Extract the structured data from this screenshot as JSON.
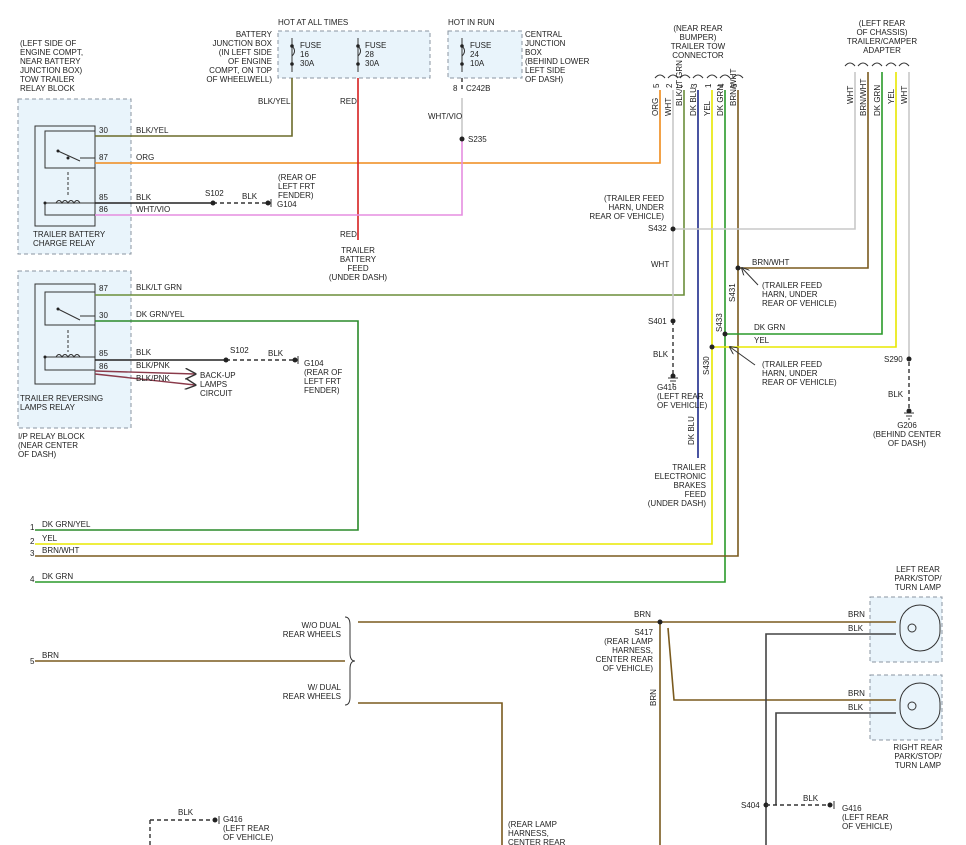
{
  "colors": {
    "blk": "#222222",
    "org": "#ef8a1a",
    "red": "#d61f1f",
    "grn": "#2a9a2a",
    "yel": "#e8e800",
    "brn": "#7a5a1e",
    "wht": "#c8c8c8",
    "vio": "#e58de0",
    "blu": "#1c2a8a",
    "blkgrn": "#6b8e3a",
    "box": "#e9f4fb"
  },
  "labels": {
    "tow_relay_block": [
      "(LEFT SIDE OF",
      "ENGINE COMPT,",
      "NEAR BATTERY",
      "JUNCTION BOX)",
      "TOW TRAILER",
      "RELAY BLOCK"
    ],
    "hot_all_times": "HOT AT ALL TIMES",
    "bjb": [
      "BATTERY",
      "JUNCTION BOX",
      "(IN LEFT SIDE",
      "OF ENGINE",
      "COMPT, ON TOP",
      "OF WHEELWELL)"
    ],
    "fuse16": [
      "FUSE",
      "16",
      "30A"
    ],
    "fuse28": [
      "FUSE",
      "28",
      "30A"
    ],
    "hot_in_run": "HOT IN RUN",
    "fuse24": [
      "FUSE",
      "24",
      "10A"
    ],
    "cjb": [
      "CENTRAL",
      "JUNCTION",
      "BOX",
      "(BEHIND LOWER",
      "LEFT SIDE",
      "OF DASH)"
    ],
    "c242b_pin": "8",
    "c242b": "C242B",
    "trailer_tow_conn": [
      "(NEAR REAR",
      "BUMPER)",
      "TRAILER TOW",
      "CONNECTOR"
    ],
    "adapter": [
      "(LEFT REAR",
      "OF CHASSIS)",
      "TRAILER/CAMPER",
      "ADAPTER"
    ],
    "conn_pins": [
      "5",
      "2",
      "7",
      "3",
      "1",
      "4",
      "6"
    ],
    "conn_wires": [
      "ORG",
      "WHT",
      "BLK/LT GRN",
      "DK BLU",
      "YEL",
      "DK GRN",
      "BRN/WHT"
    ],
    "adapter_wires": [
      "WHT",
      "BRN/WHT",
      "DK GRN",
      "YEL",
      "WHT"
    ],
    "relay1_pins": [
      "30",
      "87",
      "85",
      "86"
    ],
    "relay1_wires": [
      "BLK/YEL",
      "ORG",
      "BLK",
      "WHT/VIO"
    ],
    "trailer_batt_relay": [
      "TRAILER BATTERY",
      "CHARGE RELAY"
    ],
    "blk_yel": "BLK/YEL",
    "red": "RED",
    "red2": "RED",
    "trailer_batt_feed": [
      "TRAILER",
      "BATTERY",
      "FEED",
      "(UNDER DASH)"
    ],
    "wht_vio": "WHT/VIO",
    "s235": "S235",
    "s102a": "S102",
    "blk_a": "BLK",
    "g104a_desc": [
      "(REAR OF",
      "LEFT FRT",
      "FENDER)"
    ],
    "g104a": "G104",
    "relay2_pins": [
      "87",
      "30",
      "85",
      "86"
    ],
    "relay2_wires": [
      "BLK/LT GRN",
      "DK GRN/YEL",
      "BLK",
      "BLK/PNK",
      "BLK/PNK"
    ],
    "trailer_rev_relay": [
      "TRAILER REVERSING",
      "LAMPS RELAY"
    ],
    "ip_relay_block": [
      "I/P RELAY BLOCK",
      "(NEAR CENTER",
      "OF DASH)"
    ],
    "s102b": "S102",
    "blk_b": "BLK",
    "g104b": [
      "G104",
      "(REAR OF",
      "LEFT FRT",
      "FENDER)"
    ],
    "backup": [
      "BACK-UP",
      "LAMPS",
      "CIRCUIT"
    ],
    "trailer_feed_s432": [
      "(TRAILER FEED",
      "HARN, UNDER",
      "REAR OF VEHICLE)"
    ],
    "s432": "S432",
    "wht_label": "WHT",
    "brn_wht": "BRN/WHT",
    "trailer_feed_s431": [
      "(TRAILER FEED",
      "HARN, UNDER",
      "REAR OF VEHICLE)"
    ],
    "s431": "S431",
    "s433": "S433",
    "dk_grn": "DK GRN",
    "yel": "YEL",
    "s401": "S401",
    "blk_c": "BLK",
    "g416a": [
      "G416",
      "(LEFT REAR",
      "OF VEHICLE)"
    ],
    "s430": "S430",
    "trailer_feed_s430": [
      "(TRAILER FEED",
      "HARN, UNDER",
      "REAR OF VEHICLE)"
    ],
    "dk_blu": "DK BLU",
    "trailer_elec_brakes": [
      "TRAILER",
      "ELECTRONIC",
      "BRAKES",
      "FEED",
      "(UNDER DASH)"
    ],
    "s290": "S290",
    "blk_d": "BLK",
    "g206": [
      "G206",
      "(BEHIND CENTER",
      "OF DASH)"
    ],
    "left_wires": [
      {
        "num": "1",
        "label": "DK GRN/YEL"
      },
      {
        "num": "2",
        "label": "YEL"
      },
      {
        "num": "3",
        "label": "BRN/WHT"
      },
      {
        "num": "4",
        "label": "DK GRN"
      },
      {
        "num": "5",
        "label": "BRN"
      }
    ],
    "wo_dual": [
      "W/O DUAL",
      "REAR WHEELS"
    ],
    "w_dual": [
      "W/ DUAL",
      "REAR WHEELS"
    ],
    "brn_a": "BRN",
    "s417": [
      "S417",
      "(REAR LAMP",
      "HARNESS,",
      "CENTER REAR",
      "OF VEHICLE)"
    ],
    "brn_vert": "BRN",
    "left_lamp": [
      "LEFT REAR",
      "PARK/STOP/",
      "TURN LAMP"
    ],
    "right_lamp": [
      "RIGHT REAR",
      "PARK/STOP/",
      "TURN LAMP"
    ],
    "lamp_wires": [
      "BRN",
      "BLK",
      "BRN",
      "BLK"
    ],
    "s404": "S404",
    "blk_e": "BLK",
    "g416b": [
      "G416",
      "(LEFT REAR",
      "OF VEHICLE)"
    ],
    "blk_f": "BLK",
    "g416c": [
      "G416",
      "(LEFT REAR",
      "OF VEHICLE)"
    ],
    "rear_lamp_harn": [
      "(REAR LAMP",
      "HARNESS,",
      "CENTER REAR"
    ]
  }
}
